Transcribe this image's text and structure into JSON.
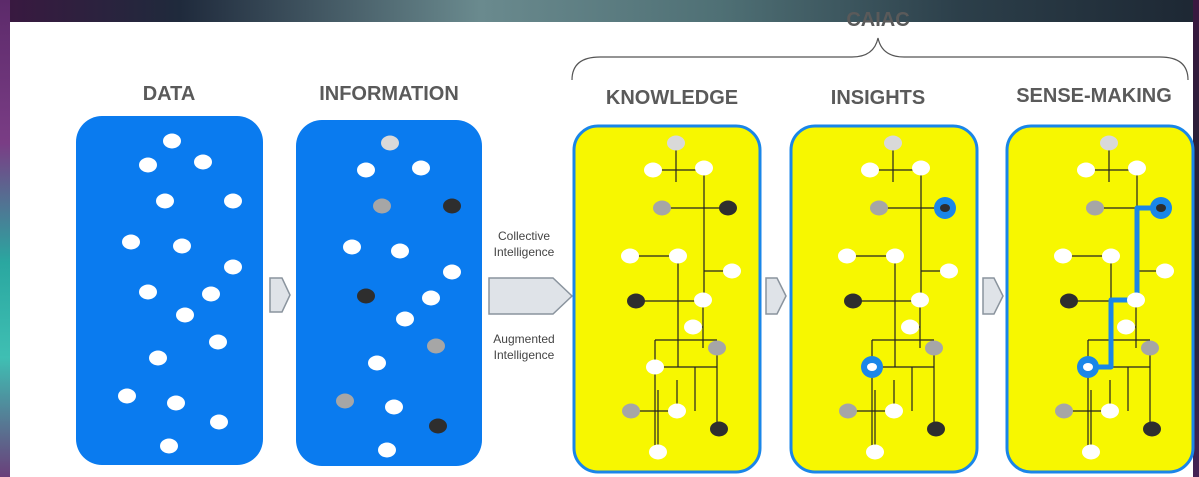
{
  "header": {
    "group_label": "CAIAC"
  },
  "panels": [
    {
      "key": "data",
      "title": "DATA"
    },
    {
      "key": "information",
      "title": "INFORMATION"
    },
    {
      "key": "knowledge",
      "title": "KNOWLEDGE"
    },
    {
      "key": "insights",
      "title": "INSIGHTS"
    },
    {
      "key": "sense_making",
      "title": "SENSE-MAKING"
    }
  ],
  "transition": {
    "line1": "Collective",
    "line2": "Intelligence",
    "line3": "Augmented",
    "line4": "Intelligence"
  },
  "colors": {
    "blue_panel": "#0a7bef",
    "yellow_panel": "#f7f700",
    "panel_border": "#1a86e8",
    "node_white": "#ffffff",
    "node_light_gray": "#d9d9d9",
    "node_gray": "#a6a6a6",
    "node_dark": "#2e2e2e",
    "highlight_blue": "#1a86e8",
    "arrow_fill": "#dfe3e8",
    "arrow_stroke": "#8a949e"
  }
}
